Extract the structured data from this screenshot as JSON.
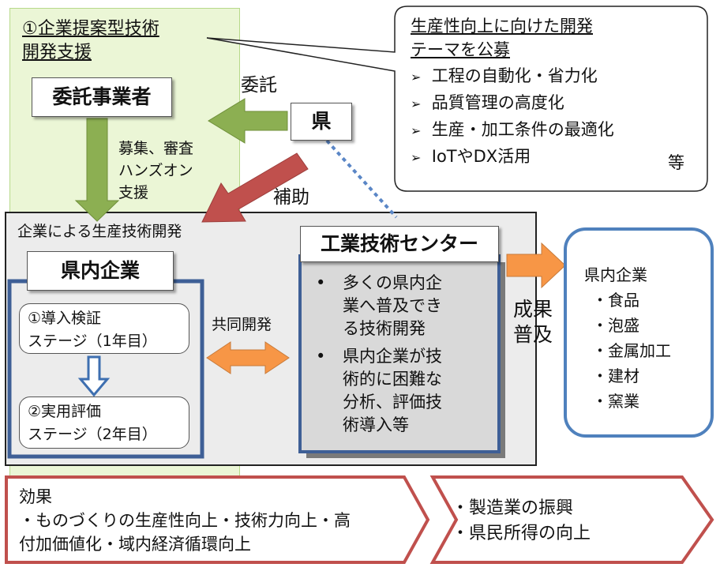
{
  "support_title": {
    "line1": "①企業提案型技術",
    "line2": "開発支援"
  },
  "contractor": "委託事業者",
  "itaku": "委託",
  "prefecture": "県",
  "recruit": {
    "line1": "募集、審査",
    "line2": "ハンズオン",
    "line3": "支援"
  },
  "hojo": "補助",
  "callout": {
    "title_line1": "生産性向上に向けた開発",
    "title_line2": "テーマを公募",
    "items": [
      "工程の自動化・省力化",
      "品質管理の高度化",
      "生産・加工条件の最適化",
      "IoTやDX活用"
    ],
    "etc": "等"
  },
  "gray_title": "企業による生産技術開発",
  "local_companies": "県内企業",
  "stage1": {
    "line1": "①導入検証",
    "line2": "ステージ（1年目）"
  },
  "stage2": {
    "line1": "②実用評価",
    "line2": "ステージ（2年目）"
  },
  "joint": "共同開発",
  "center": {
    "title": "工業技術センター",
    "items": [
      [
        "多くの県内企",
        "業へ普及でき",
        "る技術開発"
      ],
      [
        "県内企業が技",
        "術的に困難な",
        "分析、評価技",
        "術導入等"
      ]
    ]
  },
  "spread": {
    "line1": "成果",
    "line2": "普及"
  },
  "industries": {
    "title": "県内企業",
    "items": [
      "食品",
      "泡盛",
      "金属加工",
      "建材",
      "窯業"
    ]
  },
  "effects": {
    "title": "効果",
    "line1": "・ものづくりの生産性向上・技術力向上・高",
    "line2": "付加価値化・域内経済循環向上"
  },
  "outcomes": [
    "・製造業の振興",
    "・県民所得の向上"
  ],
  "colors": {
    "green": "#8caf52",
    "red": "#c0504d",
    "orange": "#f79646",
    "blue": "#3e5f96",
    "light_green": "#ebf6d6"
  }
}
